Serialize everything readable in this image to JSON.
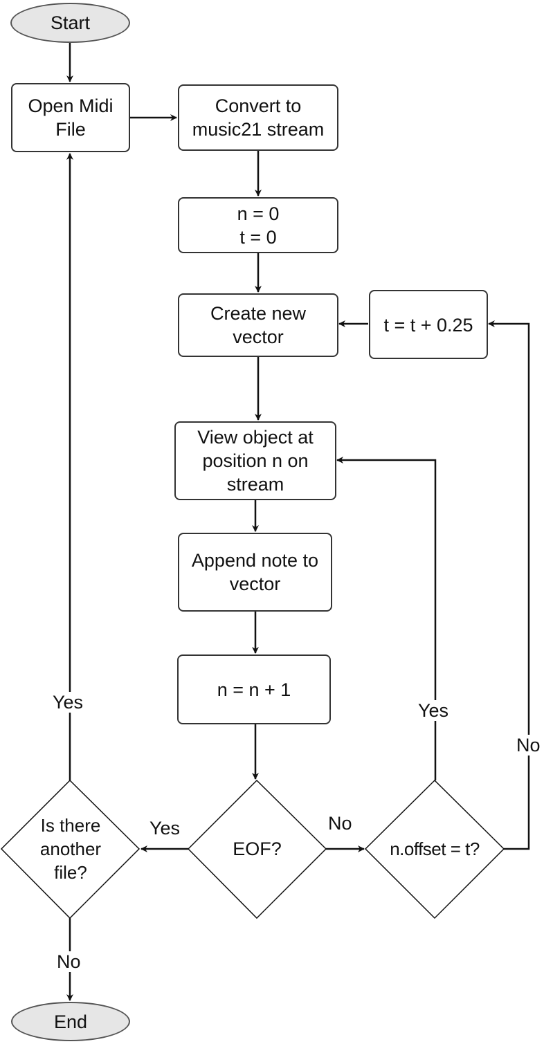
{
  "flowchart": {
    "nodes": {
      "start": {
        "label": "Start",
        "shape": "terminator"
      },
      "open_midi": {
        "label": "Open Midi File",
        "shape": "process"
      },
      "convert": {
        "label": "Convert to music21 stream",
        "shape": "process"
      },
      "init": {
        "label": "n = 0\nt = 0",
        "shape": "process"
      },
      "create_vector": {
        "label": "Create new vector",
        "shape": "process"
      },
      "increment_t": {
        "label": "t = t + 0.25",
        "shape": "process"
      },
      "view_object": {
        "label": "View object at position n on stream",
        "shape": "process"
      },
      "append_note": {
        "label": "Append note to vector",
        "shape": "process"
      },
      "increment_n": {
        "label": "n = n + 1",
        "shape": "process"
      },
      "eof": {
        "label": "EOF?",
        "shape": "decision"
      },
      "offset_check": {
        "label": "n.offset = t?",
        "shape": "decision"
      },
      "another_file": {
        "label": "Is there another file?",
        "shape": "decision"
      },
      "end": {
        "label": "End",
        "shape": "terminator"
      }
    },
    "edges": [
      {
        "from": "start",
        "to": "open_midi",
        "label": ""
      },
      {
        "from": "open_midi",
        "to": "convert",
        "label": ""
      },
      {
        "from": "convert",
        "to": "init",
        "label": ""
      },
      {
        "from": "init",
        "to": "create_vector",
        "label": ""
      },
      {
        "from": "create_vector",
        "to": "view_object",
        "label": ""
      },
      {
        "from": "view_object",
        "to": "append_note",
        "label": ""
      },
      {
        "from": "append_note",
        "to": "increment_n",
        "label": ""
      },
      {
        "from": "increment_n",
        "to": "eof",
        "label": ""
      },
      {
        "from": "eof",
        "to": "another_file",
        "label": "Yes"
      },
      {
        "from": "eof",
        "to": "offset_check",
        "label": "No"
      },
      {
        "from": "offset_check",
        "to": "view_object",
        "label": "Yes"
      },
      {
        "from": "offset_check",
        "to": "increment_t",
        "label": "No"
      },
      {
        "from": "increment_t",
        "to": "create_vector",
        "label": ""
      },
      {
        "from": "another_file",
        "to": "open_midi",
        "label": "Yes"
      },
      {
        "from": "another_file",
        "to": "end",
        "label": "No"
      }
    ],
    "colors": {
      "stroke": "#111111",
      "terminator_fill": "#e6e6e6",
      "box_fill": "#ffffff"
    }
  }
}
